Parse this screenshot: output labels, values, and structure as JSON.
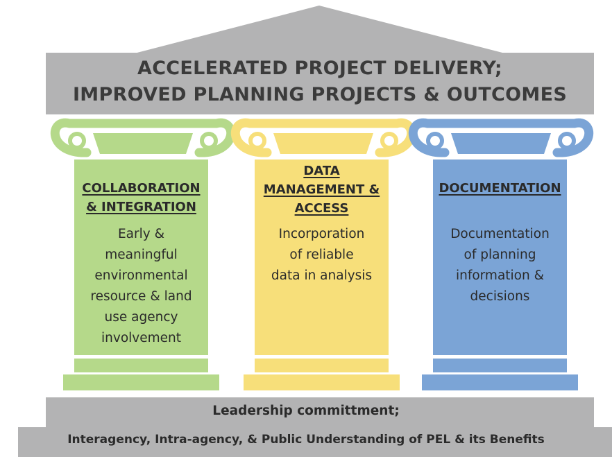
{
  "roof": {
    "line1": "ACCELERATED PROJECT DELIVERY;",
    "line2": "IMPROVED PLANNING PROJECTS & OUTCOMES"
  },
  "pillars": [
    {
      "heading": [
        "COLLABORATION",
        "& INTEGRATION"
      ],
      "body": [
        "Early &",
        "meaningful",
        "environmental",
        "resource & land",
        "use agency",
        "involvement"
      ],
      "color": "#b5d98a"
    },
    {
      "heading": [
        "DATA",
        "MANAGEMENT &",
        "ACCESS"
      ],
      "body": [
        "Incorporation",
        "of reliable",
        "data in analysis"
      ],
      "color": "#f7df7a"
    },
    {
      "heading": [
        "DOCUMENTATION"
      ],
      "body": [
        "Documentation",
        "of planning",
        "information &",
        "decisions"
      ],
      "color": "#7ba4d6"
    }
  ],
  "base": {
    "line1": "Leadership committment;",
    "line2": "Interagency, Intra-agency, & Public Understanding of PEL & its Benefits"
  },
  "colors": {
    "roof": "#b3b3b4",
    "base": "#b3b3b4",
    "text": "#2a2a2a"
  }
}
